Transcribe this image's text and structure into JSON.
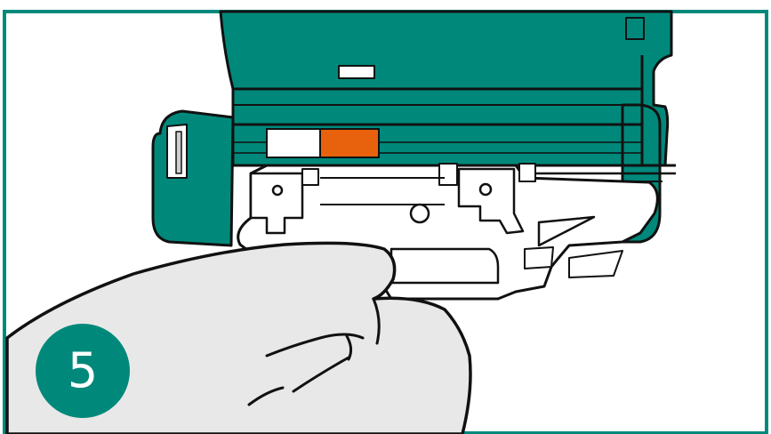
{
  "step": {
    "number": "5"
  },
  "colors": {
    "teal": "#00897b",
    "teal_dark": "#00695c",
    "orange": "#e8620e",
    "outline": "#111111",
    "glove": "#e8e8e8",
    "frame_border": "#00897b"
  },
  "icons": {
    "device": "printer-cartridge-illustration",
    "hand": "gloved-hand-illustration",
    "tray": "pull-out-tray-illustration"
  }
}
